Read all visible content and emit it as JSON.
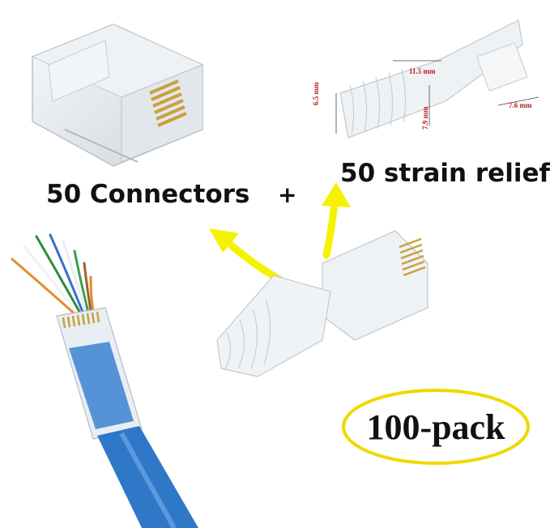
{
  "labels": {
    "connectors": "50 Connectors",
    "plus": "+",
    "strain_relief": "50 strain relief",
    "pack": "100-pack"
  },
  "dimensions": {
    "width_top": "11.5 mm",
    "height_left": "6.5 mm",
    "height_mid": "7.9 mm",
    "width_right": "7.6 mm"
  },
  "colors": {
    "arrow": "#f4f200",
    "ellipse": "#f0d800",
    "cable_blue": "#2f78c8",
    "dimension_red": "#c01818"
  }
}
